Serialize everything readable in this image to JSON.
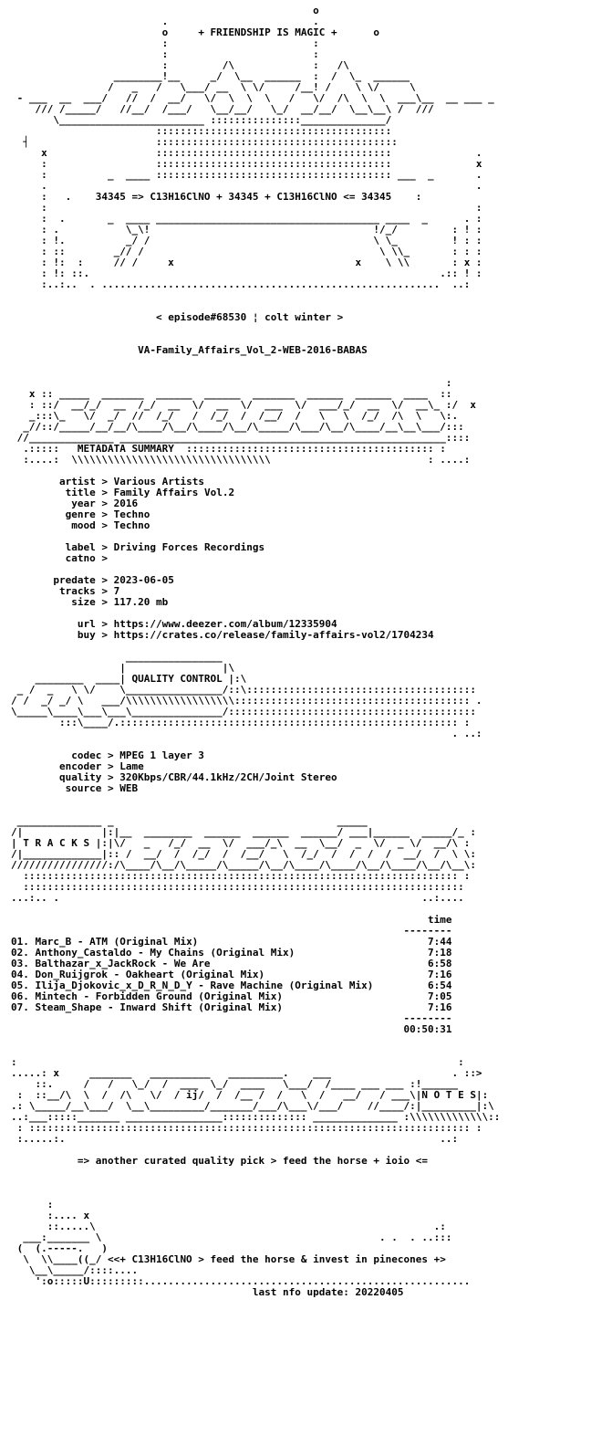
{
  "header": {
    "tagline": "+ FRIENDSHIP IS MAGIC +",
    "formula": "34345 => C13H16ClNO + 34345 + C13H16ClNO <= 34345"
  },
  "episode": "< episode#68530 ¦ colt winter >",
  "release_name": "VA-Family_Affairs_Vol_2-WEB-2016-BABAS",
  "section_titles": {
    "metadata": "METADATA SUMMARY",
    "quality": "QUALITY CONTROL",
    "tracks": "T R A C K S",
    "notes": "N O T E S"
  },
  "metadata": [
    {
      "key": "  artist",
      "value": "Various Artists"
    },
    {
      "key": "   title",
      "value": "Family Affairs Vol.2"
    },
    {
      "key": "    year",
      "value": "2016"
    },
    {
      "key": "   genre",
      "value": "Techno"
    },
    {
      "key": "    mood",
      "value": "Techno"
    },
    {
      "key": "",
      "value": ""
    },
    {
      "key": "   label",
      "value": "Driving Forces Recordings"
    },
    {
      "key": "   catno",
      "value": ""
    },
    {
      "key": "",
      "value": ""
    },
    {
      "key": " predate",
      "value": "2023-06-05"
    },
    {
      "key": "  tracks",
      "value": "7"
    },
    {
      "key": "    size",
      "value": "117.20 mb"
    },
    {
      "key": "",
      "value": ""
    },
    {
      "key": "     url",
      "value": "https://www.deezer.com/album/12335904"
    },
    {
      "key": "     buy",
      "value": "https://crates.co/release/family-affairs-vol2/1704234"
    }
  ],
  "quality": [
    {
      "key": "  codec",
      "value": "MPEG 1 layer 3"
    },
    {
      "key": "encoder",
      "value": "Lame"
    },
    {
      "key": "quality",
      "value": "320Kbps/CBR/44.1kHz/2CH/Joint Stereo"
    },
    {
      "key": " source",
      "value": "WEB"
    }
  ],
  "tracks_header": "time",
  "tracks": [
    {
      "num": "01.",
      "title": "Marc_B - ATM (Original Mix)",
      "time": "7:44"
    },
    {
      "num": "02.",
      "title": "Anthony_Castaldo - My Chains (Original Mix)",
      "time": "7:18"
    },
    {
      "num": "03.",
      "title": "Balthazar_x_JackRock - We Are",
      "time": "6:58"
    },
    {
      "num": "04.",
      "title": "Don_Ruijgrok - Oakheart (Original Mix)",
      "time": "7:16"
    },
    {
      "num": "05.",
      "title": "Ilija_Djokovic_x_D_R_N_D_Y - Rave Machine (Original Mix)",
      "time": "6:54"
    },
    {
      "num": "06.",
      "title": "Mintech - Forbidden Ground (Original Mix)",
      "time": "7:05"
    },
    {
      "num": "07.",
      "title": "Steam_Shape - Inward Shift (Original Mix)",
      "time": "7:16"
    }
  ],
  "total_time": "00:50:31",
  "notes_text": "=> another curated quality pick > feed the horse + ioio <=",
  "footer_text": "<<+ C13H16ClNO > feed the horse & invest in pinecones +>",
  "last_update": "last nfo update: 20220405"
}
